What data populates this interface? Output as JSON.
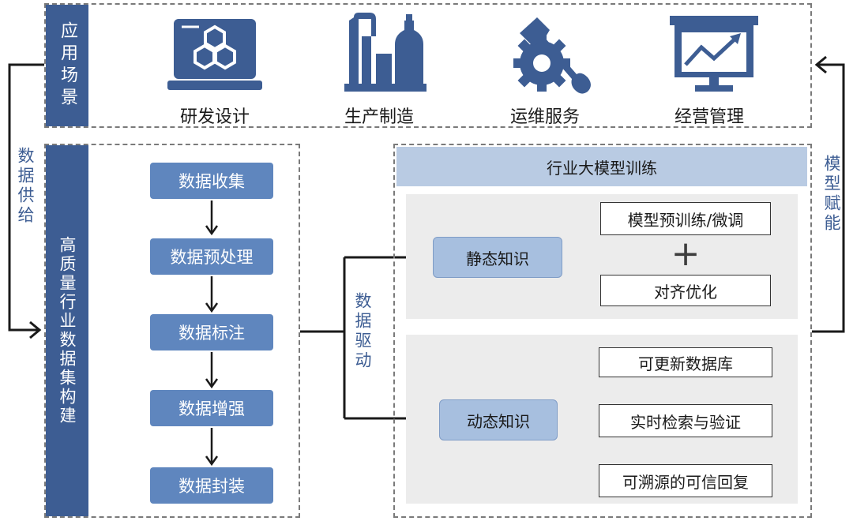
{
  "scenarios": {
    "title": "应用场景",
    "items": [
      {
        "label": "研发设计",
        "icon": "laptop-hexagon-icon"
      },
      {
        "label": "生产制造",
        "icon": "factory-icon"
      },
      {
        "label": "运维服务",
        "icon": "wrench-gear-icon"
      },
      {
        "label": "经营管理",
        "icon": "chart-monitor-icon"
      }
    ]
  },
  "left_flow": {
    "label": "数据供给"
  },
  "dataset": {
    "title": "高质量行业数据集构建",
    "steps": [
      "数据收集",
      "数据预处理",
      "数据标注",
      "数据增强",
      "数据封装"
    ]
  },
  "data_drive": {
    "label": "数据驱动"
  },
  "training": {
    "title": "行业大模型训练",
    "static": {
      "label": "静态知识",
      "items": [
        "模型预训练/微调",
        "对齐优化"
      ],
      "plus": "+"
    },
    "dynamic": {
      "label": "动态知识",
      "items": [
        "可更新数据库",
        "实时检索与验证",
        "可溯源的可信回复"
      ]
    }
  },
  "right_flow": {
    "label": "模型赋能"
  },
  "colors": {
    "dark_blue": "#3d5d93",
    "step_blue": "#5f86be",
    "light_blue": "#a7bfdf",
    "header_blue": "#b9cbe3",
    "panel_grey": "#ececec"
  }
}
